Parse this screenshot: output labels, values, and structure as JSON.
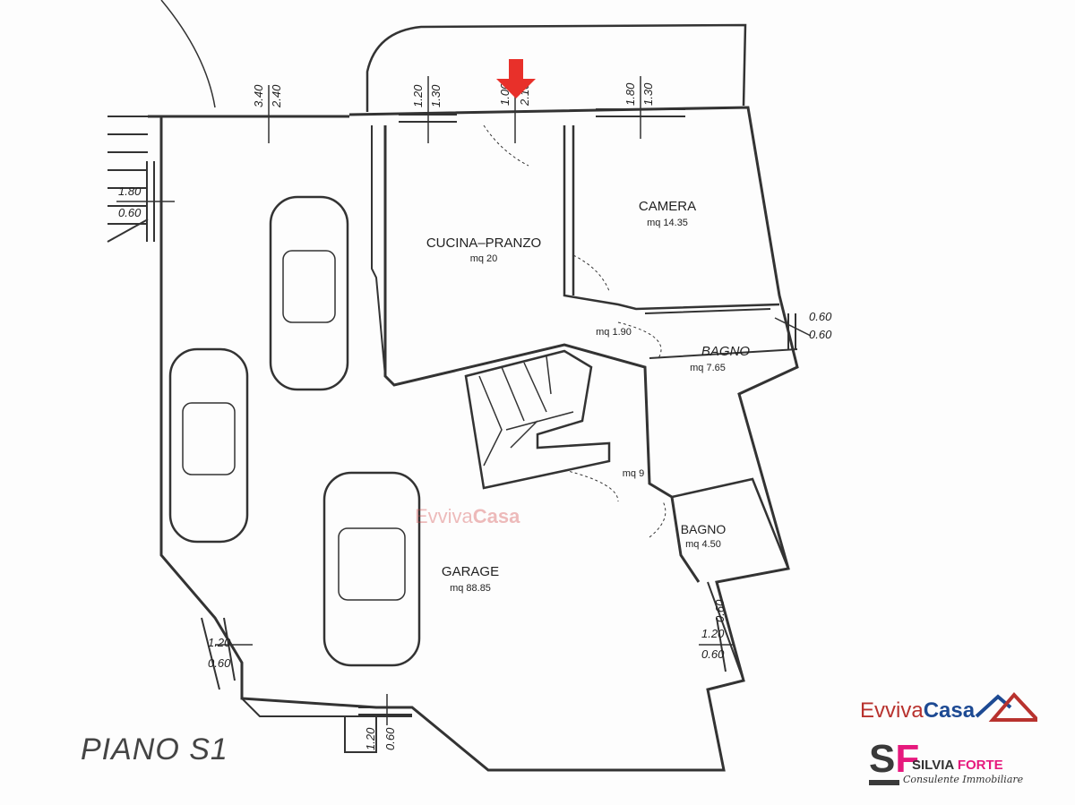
{
  "floor_label": "PIANO S1",
  "rooms": [
    {
      "name": "CUCINA–PRANZO",
      "area": "mq 20"
    },
    {
      "name": "CAMERA",
      "area": "mq 14.35"
    },
    {
      "name": "",
      "area": "mq 1.90"
    },
    {
      "name": "BAGNO",
      "area": "mq 7.65"
    },
    {
      "name": "",
      "area": "mq 9"
    },
    {
      "name": "BAGNO",
      "area": "mq 4.50"
    },
    {
      "name": "GARAGE",
      "area": "mq 88.85"
    }
  ],
  "dimensions": [
    {
      "a": "3.40",
      "b": "2.40"
    },
    {
      "a": "1.20",
      "b": "1.30"
    },
    {
      "a": "1.00",
      "b": "2.10"
    },
    {
      "a": "1.80",
      "b": "1.30"
    },
    {
      "a": "1.80",
      "b": "0.60"
    },
    {
      "a": "0.60",
      "b": "0.60"
    },
    {
      "a": "1.20",
      "b": "0.60"
    },
    {
      "a": "1.20",
      "b": "0.60"
    },
    {
      "a": "1.20",
      "b": "0.60"
    },
    {
      "a": "0.60",
      "b": ""
    }
  ],
  "watermark": {
    "part1": "Evviva",
    "part2": "Casa"
  },
  "logo_evviva": {
    "part1": "Evviva",
    "part2": "Casa"
  },
  "logo_sf": {
    "monogram_s": "S",
    "monogram_f": "F",
    "name1": "SILVIA",
    "name2": "FORTE",
    "subtitle": "Consulente Immobiliare"
  },
  "colors": {
    "arrow": "#e8302a",
    "brand_red": "#b8322e",
    "brand_blue": "#1d4a93",
    "brand_pink": "#e6197d"
  }
}
